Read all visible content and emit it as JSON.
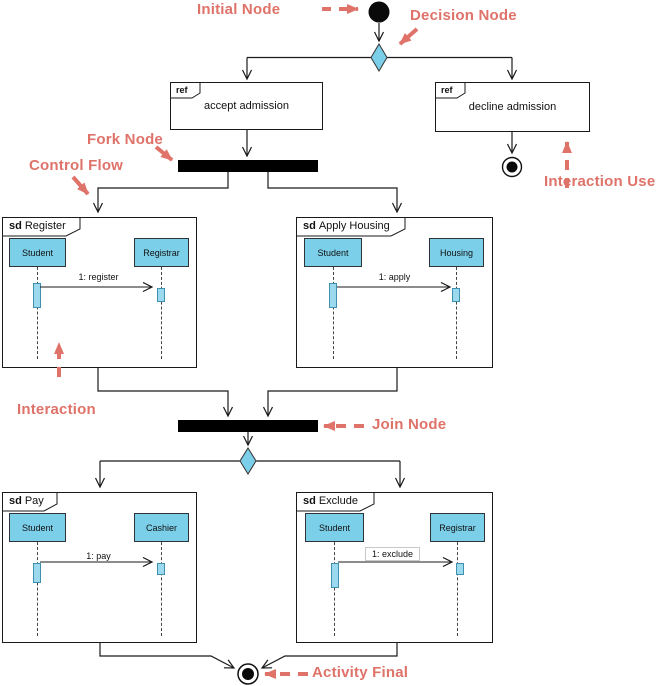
{
  "annotations": {
    "initial_node": "Initial Node",
    "decision_node": "Decision Node",
    "fork_node": "Fork Node",
    "control_flow": "Control Flow",
    "interaction_use": "Interaction Use",
    "interaction": "Interaction",
    "join_node": "Join Node",
    "activity_final": "Activity Final"
  },
  "ref_frames": [
    {
      "tag": "ref",
      "name": "accept admission"
    },
    {
      "tag": "ref",
      "name": "decline admission"
    }
  ],
  "sd_frames": [
    {
      "tag": "sd",
      "title": "Register",
      "lifelines": [
        "Student",
        "Registrar"
      ],
      "message": "1: register"
    },
    {
      "tag": "sd",
      "title": "Apply Housing",
      "lifelines": [
        "Student",
        "Housing"
      ],
      "message": "1: apply"
    },
    {
      "tag": "sd",
      "title": "Pay",
      "lifelines": [
        "Student",
        "Cashier"
      ],
      "message": "1: pay"
    },
    {
      "tag": "sd",
      "title": "Exclude",
      "lifelines": [
        "Student",
        "Registrar"
      ],
      "message": "1: exclude"
    }
  ],
  "colors": {
    "annotation": "#DF7269",
    "node_fill": "#7CCFE9",
    "bar": "#000000",
    "activation_fill": "#9BD9EE"
  }
}
